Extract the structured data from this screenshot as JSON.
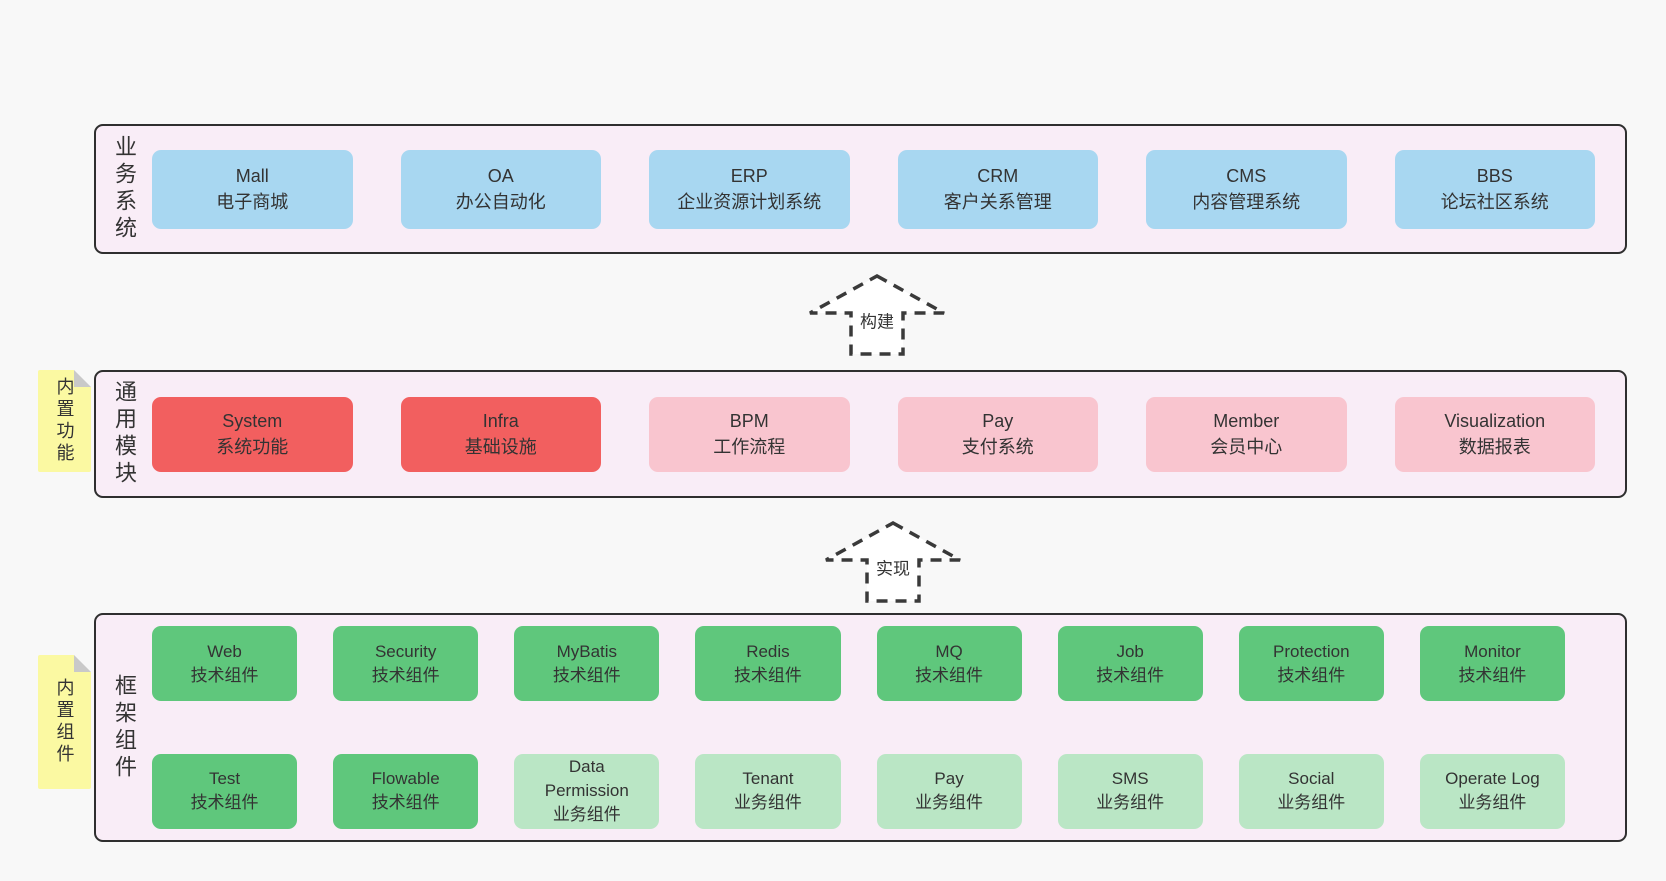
{
  "colors": {
    "bg": "#f8f8f8",
    "panel-bg": "#f9edf7",
    "panel-border": "#2f2f2f",
    "blue": "#a8d7f1",
    "red": "#f25f5f",
    "pink": "#f9c5cf",
    "green": "#5fc77c",
    "lightgreen": "#bae6c5",
    "sticky": "#fbf9a2",
    "fold": "#c9c9c9",
    "text": "#333333",
    "arrow-stroke": "#3a3a3a",
    "arrow-fill": "#ffffff"
  },
  "sections": {
    "business": {
      "label": "业务系统",
      "boxes": [
        {
          "name": "Mall",
          "desc": "电子商城",
          "variant": "blue"
        },
        {
          "name": "OA",
          "desc": "办公自动化",
          "variant": "blue"
        },
        {
          "name": "ERP",
          "desc": "企业资源计划系统",
          "variant": "blue"
        },
        {
          "name": "CRM",
          "desc": "客户关系管理",
          "variant": "blue"
        },
        {
          "name": "CMS",
          "desc": "内容管理系统",
          "variant": "blue"
        },
        {
          "name": "BBS",
          "desc": "论坛社区系统",
          "variant": "blue"
        }
      ]
    },
    "arrow_build": {
      "label": "构建"
    },
    "modules": {
      "label": "通用模块",
      "sticky": "内置功能",
      "boxes": [
        {
          "name": "System",
          "desc": "系统功能",
          "variant": "red"
        },
        {
          "name": "Infra",
          "desc": "基础设施",
          "variant": "red"
        },
        {
          "name": "BPM",
          "desc": "工作流程",
          "variant": "pink"
        },
        {
          "name": "Pay",
          "desc": "支付系统",
          "variant": "pink"
        },
        {
          "name": "Member",
          "desc": "会员中心",
          "variant": "pink"
        },
        {
          "name": "Visualization",
          "desc": "数据报表",
          "variant": "pink"
        }
      ]
    },
    "arrow_implement": {
      "label": "实现"
    },
    "framework": {
      "label": "框架组件",
      "sticky": "内置组件",
      "rows": [
        [
          {
            "name": "Web",
            "desc": "技术组件",
            "variant": "green"
          },
          {
            "name": "Security",
            "desc": "技术组件",
            "variant": "green"
          },
          {
            "name": "MyBatis",
            "desc": "技术组件",
            "variant": "green"
          },
          {
            "name": "Redis",
            "desc": "技术组件",
            "variant": "green"
          },
          {
            "name": "MQ",
            "desc": "技术组件",
            "variant": "green"
          },
          {
            "name": "Job",
            "desc": "技术组件",
            "variant": "green"
          },
          {
            "name": "Protection",
            "desc": "技术组件",
            "variant": "green"
          },
          {
            "name": "Monitor",
            "desc": "技术组件",
            "variant": "green"
          }
        ],
        [
          {
            "name": "Test",
            "desc": "技术组件",
            "variant": "green"
          },
          {
            "name": "Flowable",
            "desc": "技术组件",
            "variant": "green"
          },
          {
            "name": "Data Permission",
            "desc": "业务组件",
            "variant": "lightgreen"
          },
          {
            "name": "Tenant",
            "desc": "业务组件",
            "variant": "lightgreen"
          },
          {
            "name": "Pay",
            "desc": "业务组件",
            "variant": "lightgreen"
          },
          {
            "name": "SMS",
            "desc": "业务组件",
            "variant": "lightgreen"
          },
          {
            "name": "Social",
            "desc": "业务组件",
            "variant": "lightgreen"
          },
          {
            "name": "Operate Log",
            "desc": "业务组件",
            "variant": "lightgreen"
          }
        ]
      ]
    }
  }
}
